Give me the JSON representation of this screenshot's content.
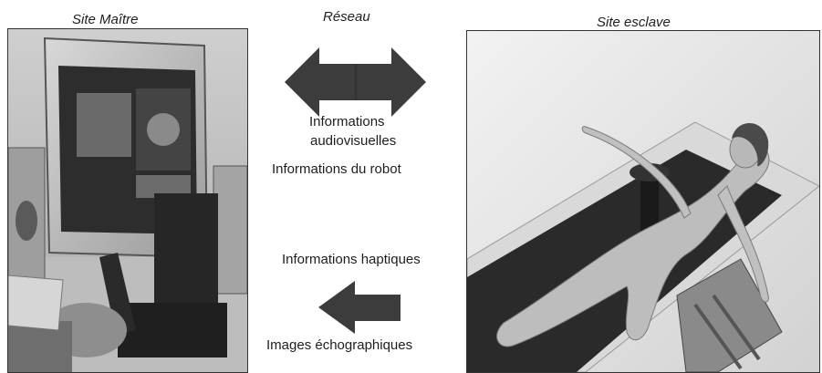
{
  "labels": {
    "master_site": "Site Maître",
    "slave_site": "Site esclave",
    "network": "Réseau",
    "av_info_line1": "Informations",
    "av_info_line2": "audiovisuelles",
    "robot_info": "Informations du robot",
    "haptic_info": "Informations haptiques",
    "echo_images": "Images échographiques"
  },
  "colors": {
    "arrow": "#3c3c3c",
    "text": "#1e1e1e"
  },
  "icons": {
    "double_arrow": "double-arrow-icon",
    "left_arrow": "left-arrow-icon"
  }
}
